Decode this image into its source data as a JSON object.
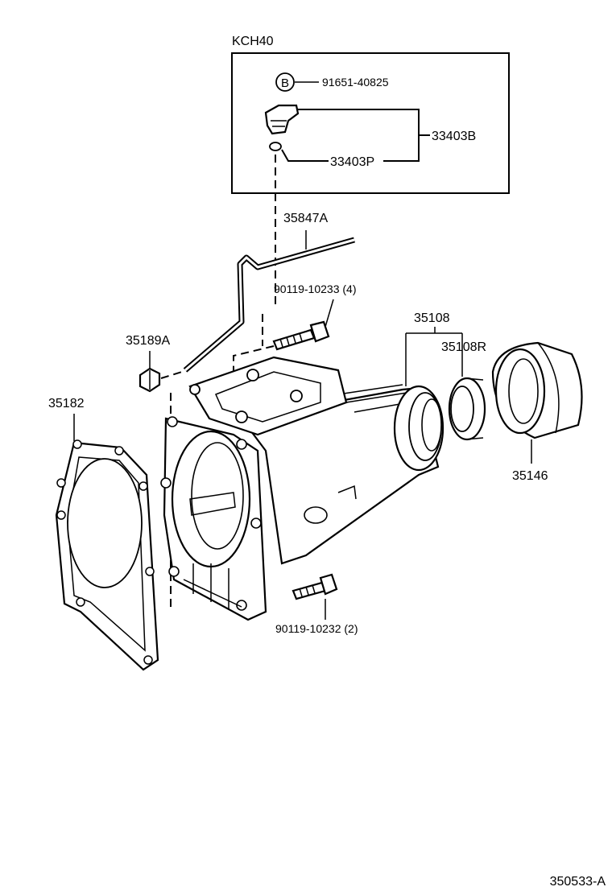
{
  "diagram": {
    "inset_title": "KCH40",
    "inset_bolt_marker": "B",
    "labels": {
      "p91651": "91651-40825",
      "p33403b": "33403B",
      "p33403p": "33403P",
      "p35847a": "35847A",
      "p90119_4": "90119-10233 (4)",
      "p35108": "35108",
      "p35108r": "35108R",
      "p35189a": "35189A",
      "p35182": "35182",
      "p35146": "35146",
      "p90119_2": "90119-10232 (2)"
    },
    "drawing_number": "350533-A"
  }
}
